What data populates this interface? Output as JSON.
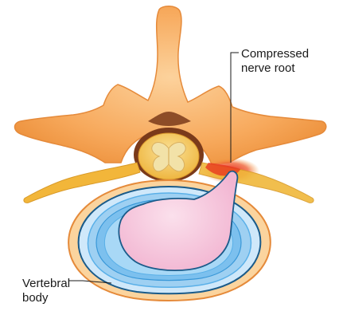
{
  "labels": {
    "compressed_nerve_root": [
      "Compressed",
      "nerve root"
    ],
    "vertebral_body": [
      "Vertebral",
      "body"
    ]
  },
  "colors": {
    "bone": "#f7a95c",
    "bone_light": "#fbc98a",
    "bone_outline": "#e58a3a",
    "spinal_cord": "#f5c85a",
    "grey_matter": "#f2e2a8",
    "nerve": "#f0b83a",
    "inflammation": "#e8301e",
    "annulus": "#5ab0e8",
    "annulus_light": "#cfe8fa",
    "annulus_outline": "#1a5b8a",
    "nucleus": "#f6c6dc",
    "canal_dark": "#7a3a1a"
  }
}
